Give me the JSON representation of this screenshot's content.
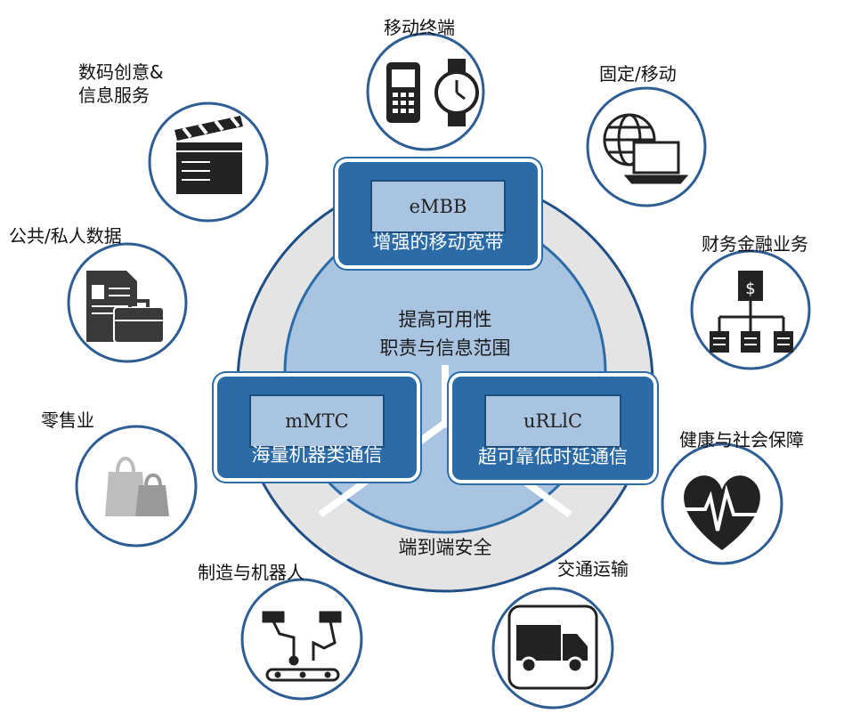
{
  "core": {
    "inner_line1": "提高可用性",
    "inner_line2": "职责与信息范围",
    "ring_label": "端到端安全"
  },
  "services": {
    "embb": {
      "code": "eMBB",
      "caption": "增强的移动宽带"
    },
    "mmtc": {
      "code": "mMTC",
      "caption": "海量机器类通信"
    },
    "urllc": {
      "code": "uRLlC",
      "caption": "超可靠低时延通信"
    }
  },
  "applications": {
    "mobile_terminal": {
      "label": "移动终端",
      "icon": "phone-watch-icon"
    },
    "fixed_mobile": {
      "label": "固定/移动",
      "icon": "globe-laptop-icon"
    },
    "finance": {
      "label": "财务金融业务",
      "icon": "finance-hierarchy-icon"
    },
    "health": {
      "label": "健康与社会保障",
      "icon": "heart-pulse-icon"
    },
    "transport": {
      "label": "交通运输",
      "icon": "truck-icon"
    },
    "manufacturing": {
      "label": "制造与机器人",
      "icon": "robot-arm-icon"
    },
    "retail": {
      "label": "零售业",
      "icon": "shopping-bag-icon"
    },
    "data": {
      "label": "公共/私人数据",
      "icon": "document-briefcase-icon"
    },
    "digital_creative": {
      "line1": "数码创意&",
      "line2": "信息服务",
      "icon": "clapperboard-icon"
    }
  },
  "colors": {
    "accent": "#2b6ca8",
    "inner_box": "#a9c4e1",
    "core_circle": "#a9c4e1",
    "ring": "#e4e4e4",
    "circle_border": "#2e5d94"
  }
}
